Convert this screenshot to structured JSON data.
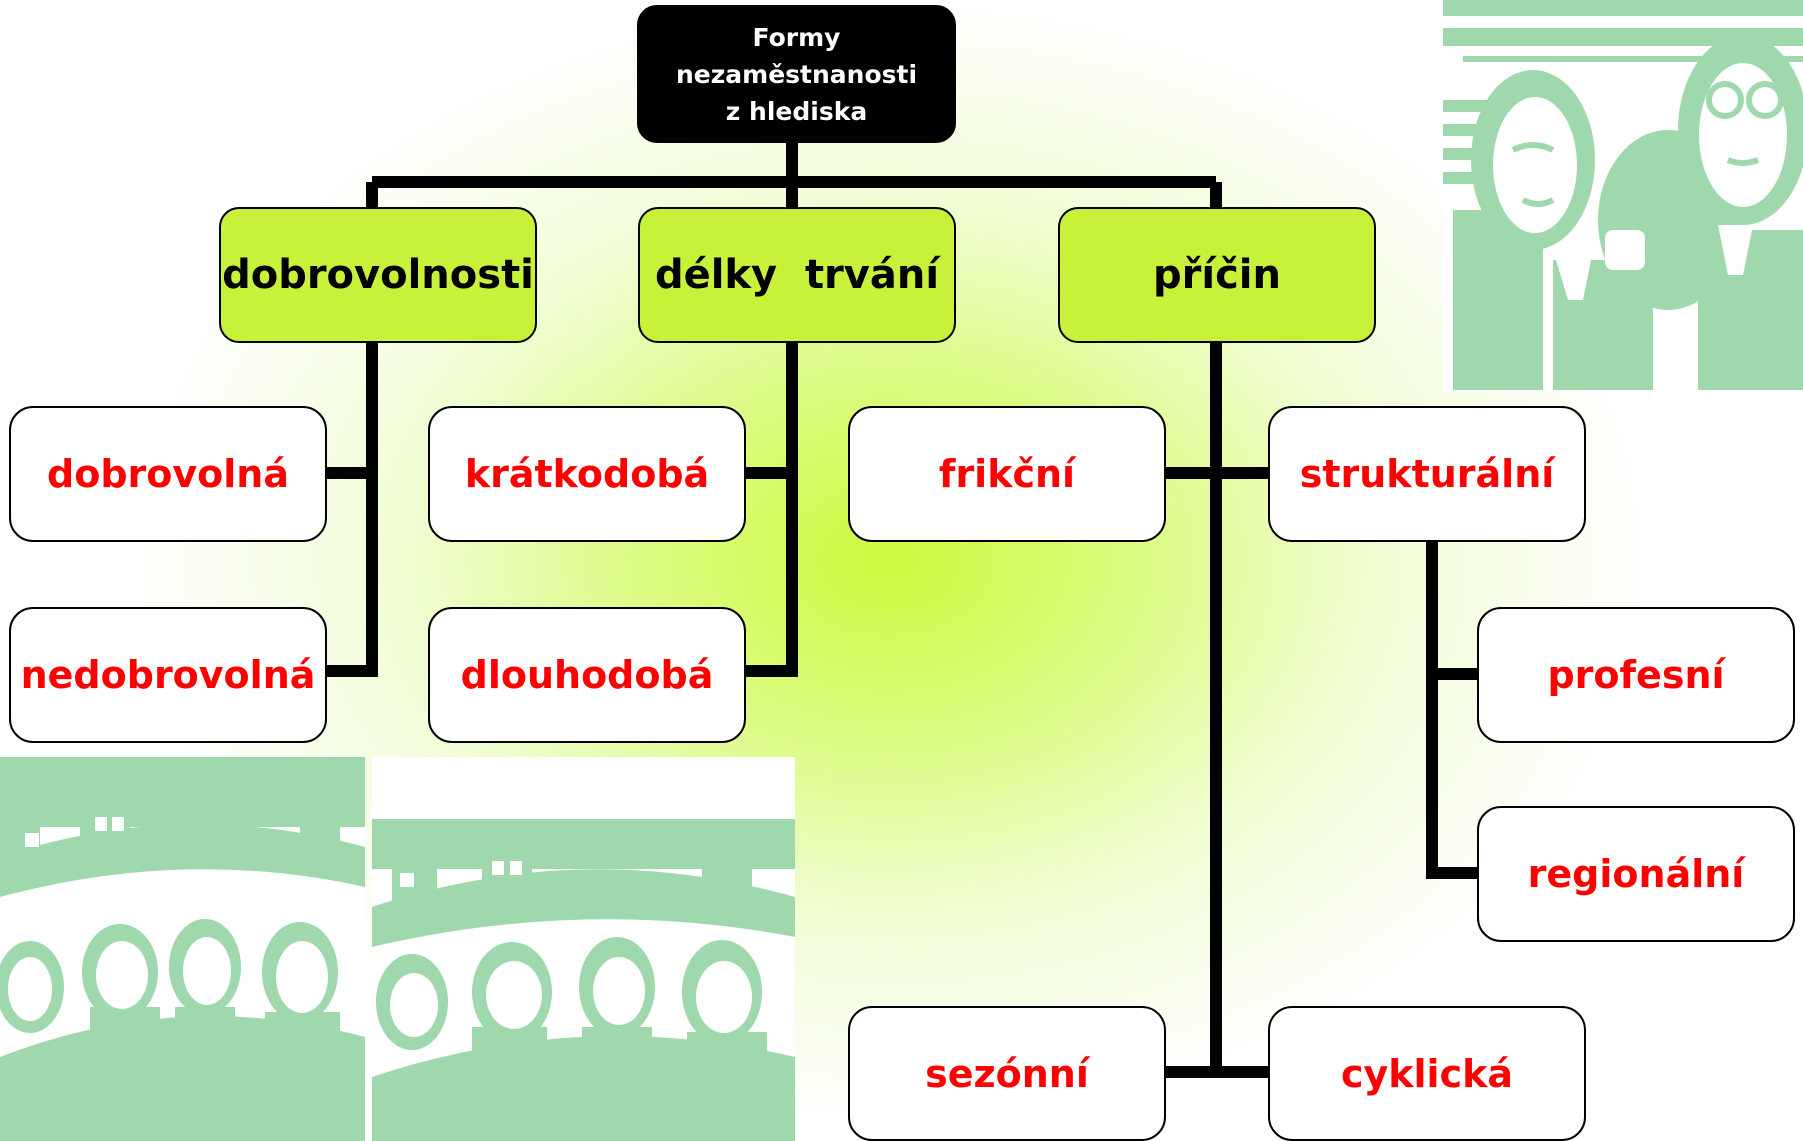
{
  "root": {
    "lines": [
      "Formy",
      "nezaměstnanosti",
      "z hlediska"
    ]
  },
  "categories": [
    {
      "label": "dobrovolnosti",
      "children": [
        "dobrovolná",
        "nedobrovolná"
      ]
    },
    {
      "label": "délky  trvání",
      "children": [
        "krátkodobá",
        "dlouhodobá"
      ]
    },
    {
      "label": "příčin",
      "children": [
        "frikční",
        "strukturální",
        "sezónní",
        "cyklická"
      ]
    }
  ],
  "strukturalni_children": [
    "profesní",
    "regionální"
  ],
  "colors": {
    "root_fill": "#000000",
    "root_text": "#ffffff",
    "category_fill": "#c8f23a",
    "category_text": "#000000",
    "leaf_fill": "#ffffff",
    "leaf_text": "#ff0000",
    "connector": "#000000",
    "clipart": "#9fd8ac"
  },
  "decorations": [
    {
      "icon": "two-businessmen-clipart-icon"
    },
    {
      "icon": "crowd-of-people-clipart-icon"
    },
    {
      "icon": "crowd-of-people-clipart-icon"
    }
  ]
}
